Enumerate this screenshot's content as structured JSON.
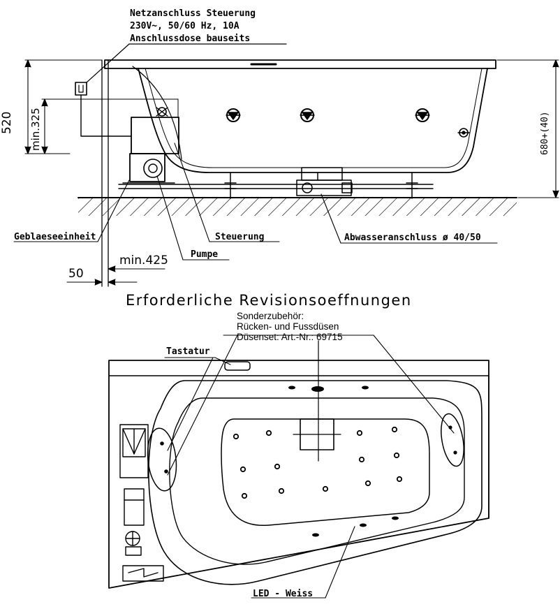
{
  "labels": {
    "power_line1": "Netzanschluss Steuerung",
    "power_line2": "230V~, 50/60 Hz, 10A",
    "power_line3": "Anschlussdose bauseits",
    "dim_height_total": "520",
    "dim_height_min": "min.325",
    "dim_height_right": "680+(40)",
    "blower": "Geblaeseeinheit",
    "control": "Steuerung",
    "pump": "Pumpe",
    "drain": "Abwasseranschluss ø 40/50",
    "dim_min_425": "min.425",
    "dim_50": "50",
    "revision_title": "Erforderliche Revisionsoeffnungen",
    "accessory_line1": "Sonderzubehör:",
    "accessory_line2": "Rücken- und Fussdüsen",
    "accessory_line3": "Düsenset: Art.-Nr.: 69715",
    "keypad": "Tastatur",
    "led": "LED - Weiss"
  }
}
